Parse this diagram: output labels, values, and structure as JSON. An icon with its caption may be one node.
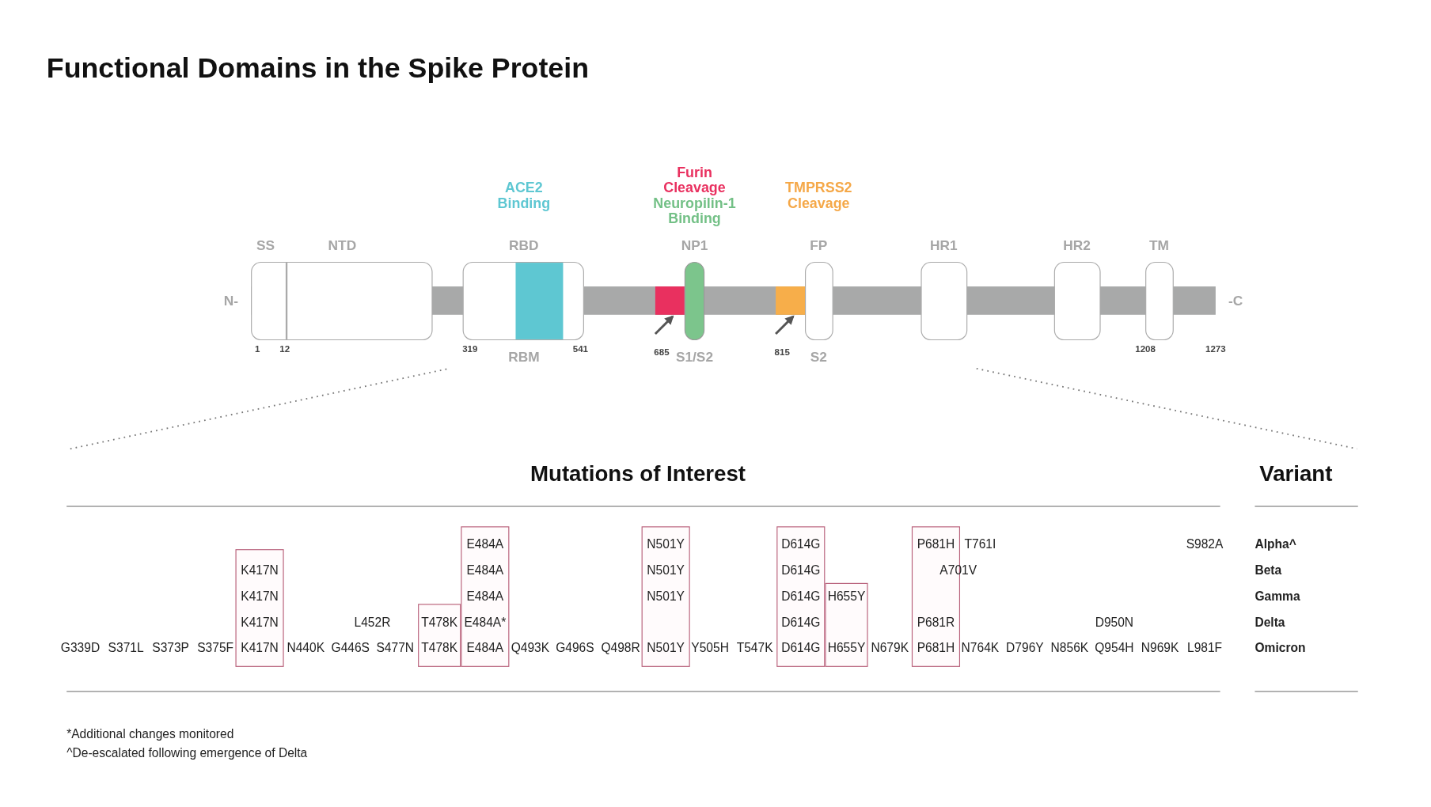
{
  "diagram": {
    "title": "Functional Domains in the Spike Protein",
    "nodes": [
      {
        "text": [],
        "shape": "bar",
        "beside": [
          "N-",
          "-C"
        ]
      },
      {
        "text": [
          "SS",
          "NTD"
        ],
        "beside": [
          "1",
          "12"
        ]
      },
      {
        "text": [
          "RBD"
        ],
        "beside": [
          "319",
          "541"
        ]
      },
      {
        "text": [
          "RBM"
        ],
        "in": 2
      },
      {
        "text": [],
        "shape": "bar",
        "in": 0
      },
      {
        "text": [
          "NP1",
          "S1/S2"
        ]
      },
      {
        "text": [],
        "shape": "bar",
        "in": 0
      },
      {
        "text": [
          "FP",
          "S2"
        ]
      },
      {
        "text": [
          "HR1"
        ]
      },
      {
        "text": [
          "HR2"
        ]
      },
      {
        "text": [
          "TM"
        ],
        "beside": [
          "1208"
        ]
      },
      {
        "text": [
          "K417N",
          "K417N",
          "K417N",
          "K417N"
        ]
      },
      {
        "text": [
          "T478K",
          "T478K"
        ]
      },
      {
        "text": [
          "E484A",
          "E484A",
          "E484A",
          "E484A*",
          "E484A"
        ]
      },
      {
        "text": [
          "N501Y",
          "N501Y",
          "N501Y",
          "N501Y"
        ]
      },
      {
        "text": [
          "D614G",
          "D614G",
          "D614G",
          "D614G",
          "D614G"
        ]
      },
      {
        "text": [
          "H655Y",
          "H655Y"
        ]
      },
      {
        "text": [
          "P681H",
          "P681R",
          "P681H"
        ]
      }
    ],
    "edges": [
      {
        "from": null,
        "to": 4,
        "arrow": "to"
      },
      {
        "from": null,
        "to": 6,
        "arrow": "to"
      }
    ],
    "labels": [
      "685",
      "815",
      "1273",
      "Furin Cleavage",
      "ACE2 Binding",
      "TMPRSS2 Cleavage",
      "Neuropilin-1 Binding",
      "Mutations of Interest",
      "Variant",
      "T761I",
      "S982A",
      "Alpha^",
      "A701V",
      "Beta",
      "Gamma",
      "L452R",
      "D950N",
      "Delta",
      "G339D",
      "S371L",
      "S373P",
      "S375F",
      "N440K",
      "G446S",
      "S477N",
      "Q493K",
      "G496S",
      "Q498R",
      "Y505H",
      "T547K",
      "N679K",
      "N764K",
      "D796Y",
      "N856K",
      "Q954H",
      "N969K",
      "L981F",
      "Omicron",
      "*Additional changes monitored",
      "^De-escalated following emergence of Delta"
    ]
  }
}
